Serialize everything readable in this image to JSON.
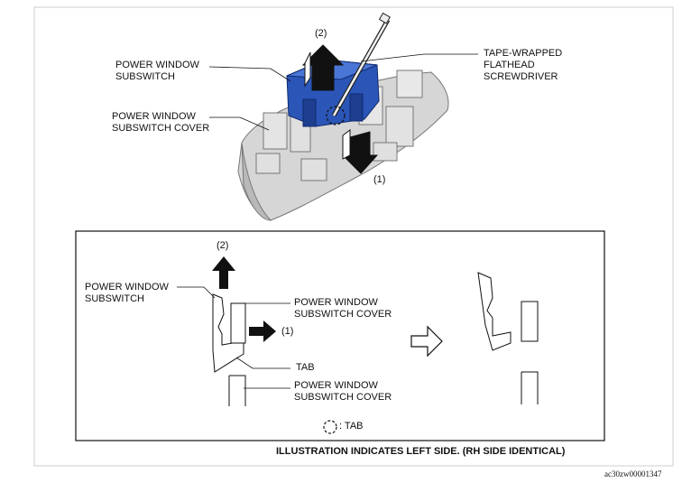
{
  "top_figure": {
    "labels": {
      "subswitch": "POWER WINDOW\nSUBSWITCH",
      "subswitch_cover": "POWER WINDOW\nSUBSWITCH COVER",
      "screwdriver": "TAPE-WRAPPED\nFLATHEAD\nSCREWDRIVER",
      "step_1": "(1)",
      "step_2": "(2)"
    },
    "colors": {
      "subswitch": "#2b56b8",
      "cover": "#d3d3d3",
      "arrow": "#111111"
    }
  },
  "detail_figure": {
    "labels": {
      "step_2": "(2)",
      "step_1": "(1)",
      "subswitch": "POWER WINDOW\nSUBSWITCH",
      "cover_upper": "POWER WINDOW\nSUBSWITCH COVER",
      "tab": "TAB",
      "cover_lower": "POWER WINDOW\nSUBSWITCH COVER",
      "legend": ": TAB"
    }
  },
  "footer": {
    "note": "ILLUSTRATION INDICATES LEFT SIDE. (RH SIDE IDENTICAL)",
    "ref_code": "ac30zw00001347"
  }
}
